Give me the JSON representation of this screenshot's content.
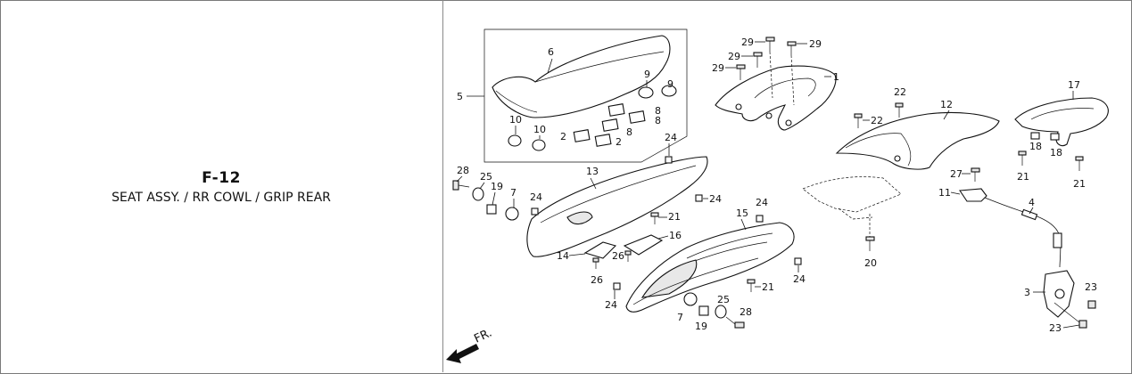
{
  "header": {
    "page_code": "F-12",
    "caption": "SEAT ASSY. / RR COWL / GRIP REAR"
  },
  "diagram": {
    "direction_label": "FR.",
    "callouts": {
      "c1": "1",
      "c3": "3",
      "c4": "4",
      "c5": "5",
      "c6": "6",
      "c7a": "7",
      "c7b": "7",
      "c8a": "8",
      "c8b": "8",
      "c8c": "8",
      "c9a": "9",
      "c9b": "9",
      "c10a": "10",
      "c10b": "10",
      "c11": "11",
      "c12": "12",
      "c13": "13",
      "c14": "14",
      "c15": "15",
      "c16": "16",
      "c17": "17",
      "c18a": "18",
      "c18b": "18",
      "c19a": "19",
      "c19b": "19",
      "c20": "20",
      "c21a": "21",
      "c21b": "21",
      "c21c": "21",
      "c21d": "21",
      "c22a": "22",
      "c22b": "22",
      "c23a": "23",
      "c23b": "23",
      "c24a": "24",
      "c24b": "24",
      "c24c": "24",
      "c24d": "24",
      "c24e": "24",
      "c24f": "24",
      "c25a": "25",
      "c25b": "25",
      "c26a": "26",
      "c26b": "26",
      "c27": "27",
      "c28a": "28",
      "c28b": "28",
      "c29a": "29",
      "c29b": "29",
      "c29c": "29",
      "c29d": "29",
      "c2a": "2",
      "c2b": "2"
    }
  }
}
